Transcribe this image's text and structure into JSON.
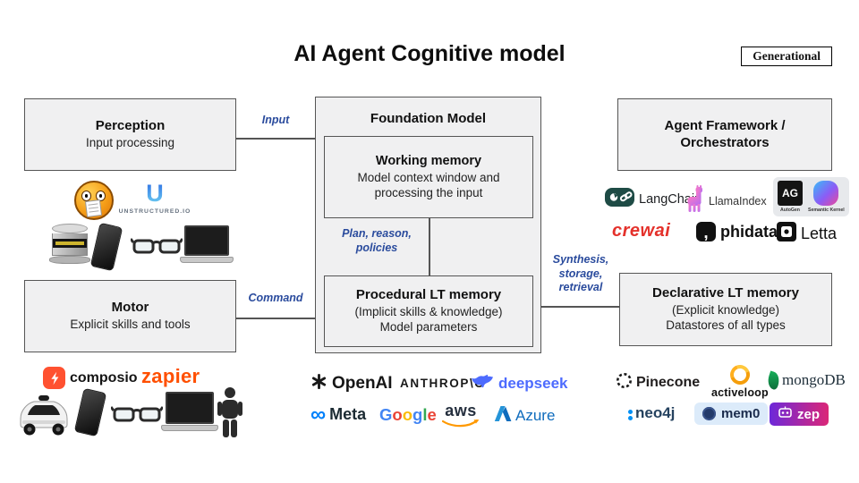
{
  "title": "AI Agent Cognitive model",
  "badge": {
    "label": "Generational"
  },
  "nodes": {
    "perception": {
      "title": "Perception",
      "subtitle": "Input processing"
    },
    "motor": {
      "title": "Motor",
      "subtitle": "Explicit skills and tools"
    },
    "foundation": {
      "title": "Foundation Model"
    },
    "working_memory": {
      "title": "Working memory",
      "subtitle": "Model context window and\nprocessing the input"
    },
    "procedural_memory": {
      "title": "Procedural LT memory",
      "line2": "(Implicit skills & knowledge)",
      "line3": "Model parameters"
    },
    "agent_framework": {
      "title": "Agent Framework /\nOrchestrators"
    },
    "declarative_memory": {
      "title": "Declarative LT memory",
      "line2": "(Explicit knowledge)",
      "line3": "Datastores of all types"
    }
  },
  "edges": {
    "input": "Input",
    "command": "Command",
    "plan": "Plan, reason,\npolicies",
    "synthesis": "Synthesis,\nstorage,\nretrieval"
  },
  "logos": {
    "unstructured": {
      "letter": "U",
      "label": "UNSTRUCTURED.IO"
    },
    "composio": "composio",
    "zapier": "zapier",
    "openai": "OpenAI",
    "anthropic": "ANTHROP\\C",
    "deepseek": "deepseek",
    "meta": "Meta",
    "meta_infinity": "∞",
    "google": [
      "G",
      "o",
      "o",
      "g",
      "l",
      "e"
    ],
    "aws": "aws",
    "azure": "Azure",
    "langchain": "LangChain",
    "llamaindex": "LlamaIndex",
    "autogen": {
      "badge": "AG",
      "caption": "AutoGen"
    },
    "semantic_kernel": {
      "caption": "Semantic Kernel"
    },
    "crewai": "crewai",
    "phidata": {
      "icon_glyph": ",",
      "label": "phidata"
    },
    "letta": "Letta",
    "pinecone": "Pinecone",
    "activeloop": "activeloop",
    "mongodb": "mongoDB",
    "neo4j": "neo4j",
    "mem0": "mem0",
    "zep": "zep"
  },
  "colors": {
    "box_fill": "#f0f0f1",
    "box_border": "#555555",
    "edge_label_blue": "#2a4b9d",
    "zapier_orange": "#ff4f00",
    "composio_orange": "#ff5130",
    "deepseek_blue": "#4d6bfe",
    "meta_blue": "#0081fb",
    "aws_orange": "#ff9900",
    "azure_blue": "#0f6cbd",
    "crewai_red": "#e4312b",
    "langchain_green": "#1e4b45",
    "mongodb_green": "#13aa52",
    "neo4j_blue": "#0190f5",
    "zep_gradient": "#6d28d9 → #db2777",
    "google_letter_colors": [
      "#4285f4",
      "#ea4335",
      "#fbbc05",
      "#4285f4",
      "#34a853",
      "#ea4335"
    ]
  }
}
